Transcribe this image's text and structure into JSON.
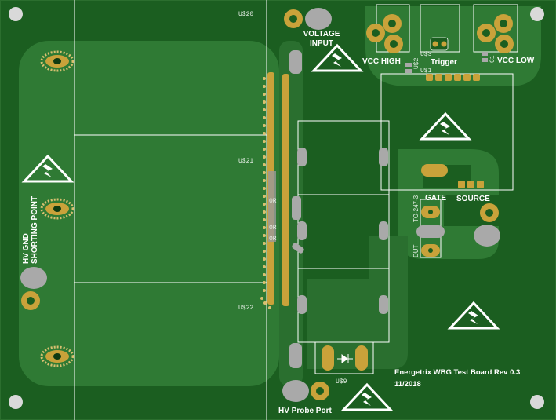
{
  "board": {
    "title_line": "Energetrix WBG Test Board Rev 0.3",
    "date_line": "11/2018"
  },
  "labels": {
    "voltage_input_1": "VOLTAGE",
    "voltage_input_2": "INPUT",
    "vcc_high": "VCC HIGH",
    "trigger": "Trigger",
    "vcc_low": "VCC LOW",
    "gate": "GATE",
    "source": "SOURCE",
    "hv_gnd_1": "HV GND",
    "hv_gnd_2": "SHORTING POINT",
    "hv_probe_port": "HV Probe Port",
    "to247": "TO-247-3",
    "dut": "DUT"
  },
  "refdes": {
    "u20": "U$20",
    "u21": "U$21",
    "u22": "U$22",
    "u3": "U$3",
    "u1": "U$1",
    "u2": "U$2",
    "u9": "U$9",
    "c1": "C1",
    "r1": "0R",
    "r2": "0R",
    "r3": "0R"
  },
  "colors": {
    "board": "#1b5e20",
    "board_dark": "#0f3a12",
    "pour": "#2f7a34",
    "copper": "#c9a23a",
    "pad_gray": "#a9a9a9",
    "silkscreen": "#ffffff",
    "hole": "#cfcfcf"
  },
  "icons": {
    "warning": "high-voltage-warning-icon",
    "diode": "diode-icon"
  }
}
